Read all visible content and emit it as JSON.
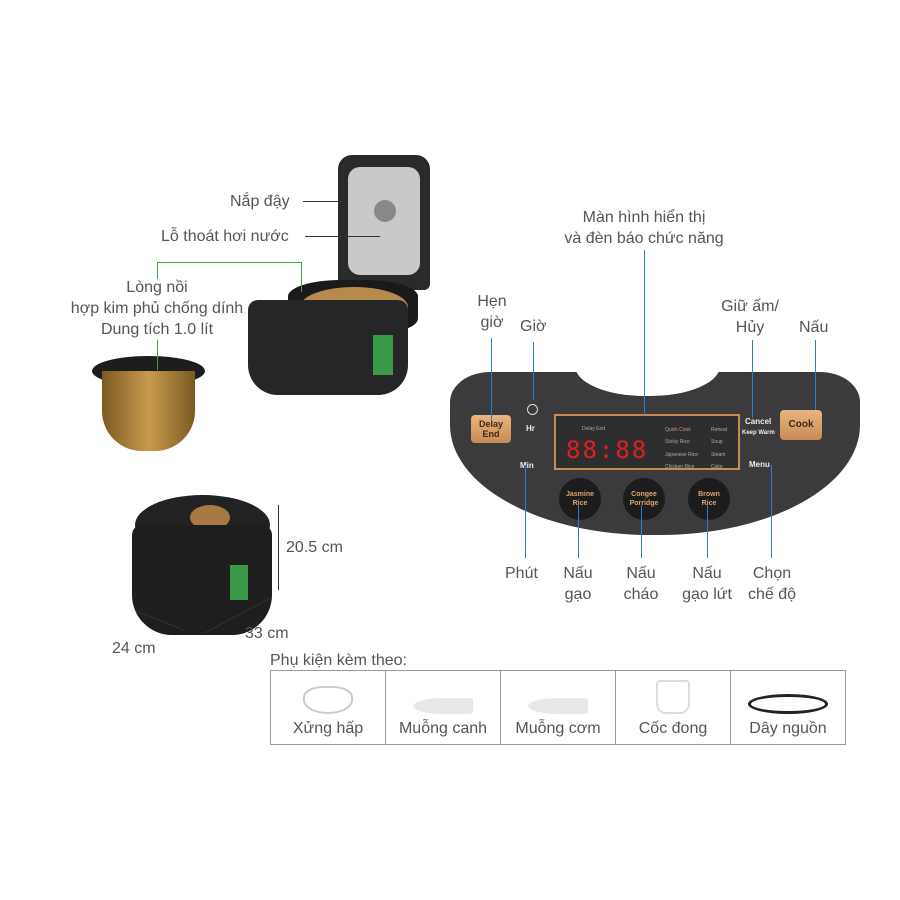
{
  "labels": {
    "lid": "Nắp đậy",
    "vent": "Lỗ thoát hơi nước",
    "inner_pot": [
      "Lòng nồi",
      "hợp kim phủ chống dính",
      "Dung tích 1.0 lít"
    ],
    "display": [
      "Màn hình hiển thị",
      "và đèn báo chức năng"
    ],
    "delay": [
      "Hẹn",
      "giờ"
    ],
    "hour": "Giờ",
    "keep_warm": [
      "Giữ ấm/",
      "Hủy"
    ],
    "cook": "Nấu",
    "minute": "Phút",
    "jasmine": [
      "Nấu",
      "gạo"
    ],
    "congee": [
      "Nấu",
      "cháo"
    ],
    "brown": [
      "Nấu",
      "gạo lứt"
    ],
    "menu": [
      "Chọn",
      "chế độ"
    ]
  },
  "dimensions": {
    "height": "20.5 cm",
    "width": "24 cm",
    "depth": "33 cm"
  },
  "panel": {
    "delay_end": [
      "Delay",
      "End"
    ],
    "hr": "Hr",
    "min": "Min",
    "cancel": "Cancel",
    "keep_warm": "Keep Warm",
    "cook": "Cook",
    "menu": "Menu",
    "display_digits": "88:88",
    "display_label": "Delay End",
    "modes": [
      "Quick Cook",
      "Reheat",
      "Sticky Rice",
      "Soup",
      "Japanese Rice",
      "Steam",
      "Chicken Rice",
      "Cake"
    ],
    "buttons": [
      [
        "Jasmine",
        "Rice"
      ],
      [
        "Congee",
        "Porridge"
      ],
      [
        "Brown",
        "Rice"
      ]
    ]
  },
  "accessories": {
    "title": "Phụ kiện kèm theo:",
    "items": [
      "Xửng hấp",
      "Muỗng canh",
      "Muỗng cơm",
      "Cốc đong",
      "Dây nguồn"
    ]
  },
  "colors": {
    "line": "#2a7fd4",
    "accent": "#c98b52",
    "digit": "#e02020"
  }
}
